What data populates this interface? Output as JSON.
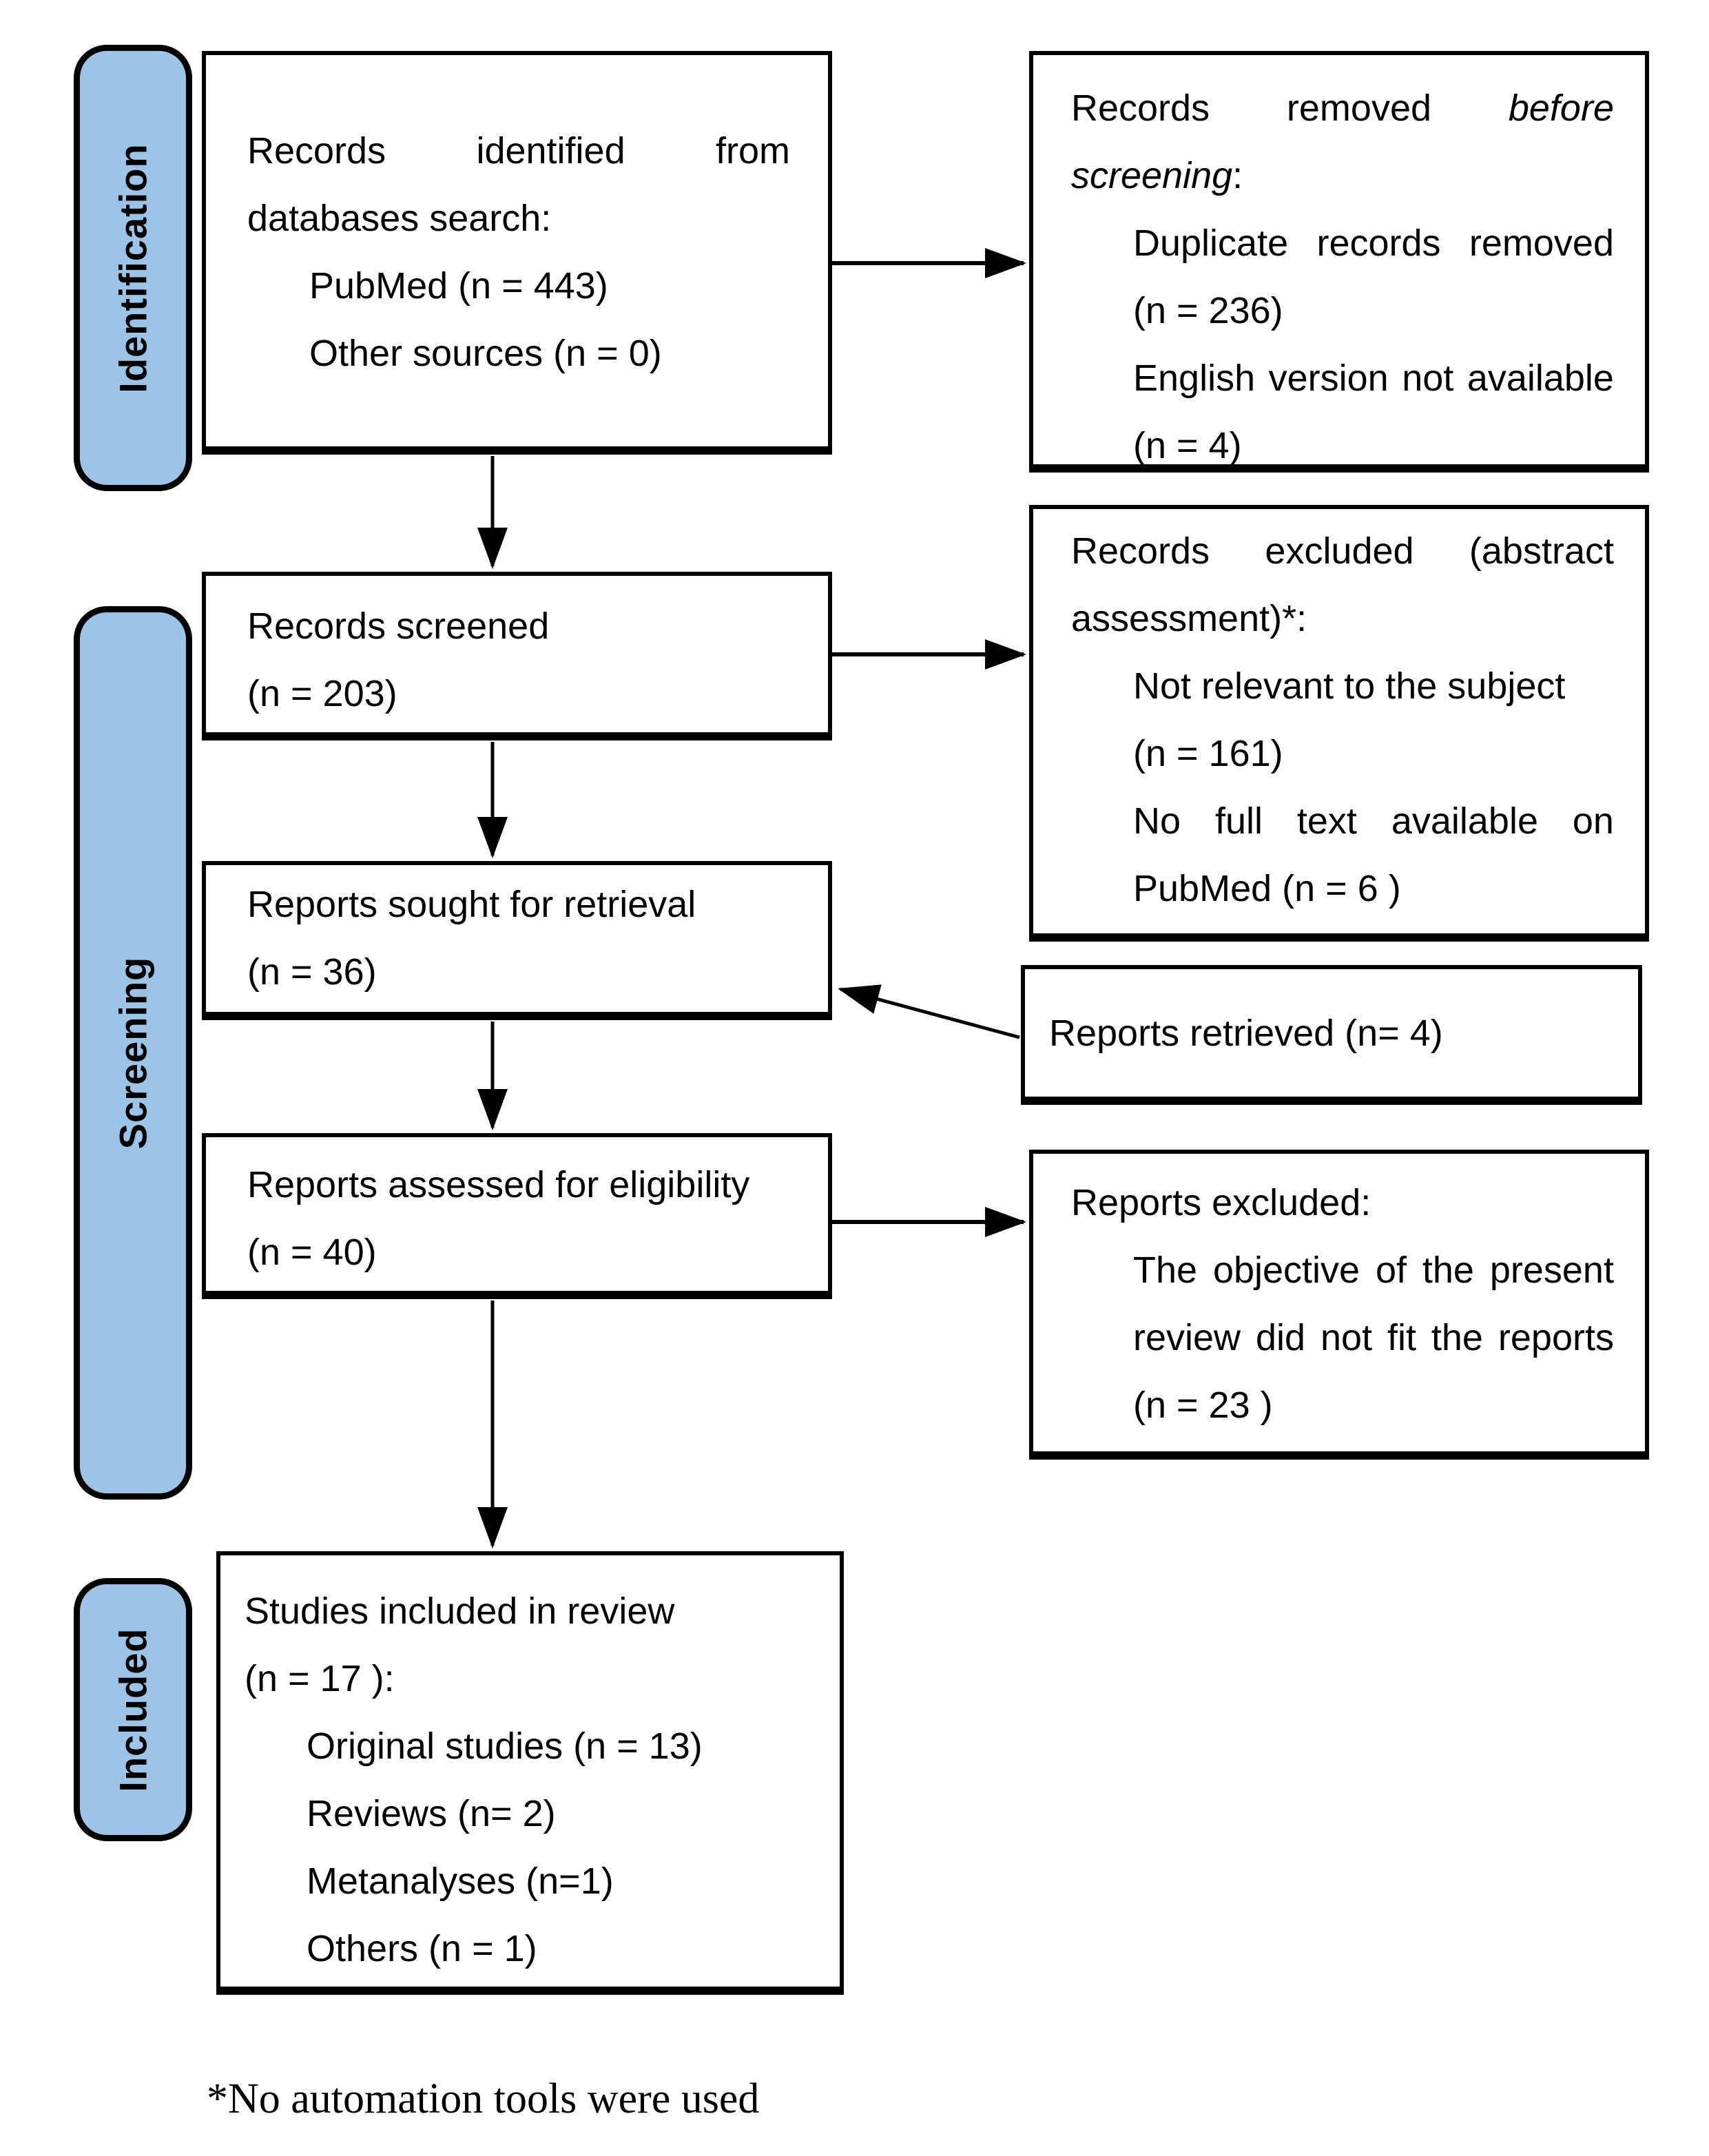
{
  "figure": {
    "kind": "prisma-flow-diagram"
  },
  "colors": {
    "stage_fill": "#9DC3E6",
    "stroke": "#000000",
    "box_fill": "#FFFFFF"
  },
  "stages": [
    {
      "label": "Identification"
    },
    {
      "label": "Screening"
    },
    {
      "label": "Included"
    }
  ],
  "boxes": {
    "identified": {
      "lines": [
        {
          "segments": [
            {
              "t": "Records identified from"
            }
          ],
          "justify": true
        },
        {
          "segments": [
            {
              "t": "databases search:"
            }
          ]
        },
        {
          "segments": [
            {
              "t": "PubMed (n = 443)"
            }
          ],
          "indent": true
        },
        {
          "segments": [
            {
              "t": "Other sources (n = 0)"
            }
          ],
          "indent": true
        }
      ]
    },
    "removed": {
      "lines": [
        {
          "segments": [
            {
              "t": "Records removed"
            },
            {
              "t": "before",
              "i": true
            }
          ],
          "justify": true
        },
        {
          "segments": [
            {
              "t": "screening",
              "i": true
            },
            {
              "t": ":"
            }
          ]
        },
        {
          "segments": [
            {
              "t": "Duplicate records removed"
            }
          ],
          "indent": true,
          "justify": true
        },
        {
          "segments": [
            {
              "t": "(n = 236)"
            }
          ],
          "indent": true
        },
        {
          "segments": [
            {
              "t": "English version not available"
            }
          ],
          "indent": true,
          "justify": true
        },
        {
          "segments": [
            {
              "t": "(n = 4)"
            }
          ],
          "indent": true
        }
      ]
    },
    "screened": {
      "lines": [
        {
          "segments": [
            {
              "t": "Records screened"
            }
          ]
        },
        {
          "segments": [
            {
              "t": "(n = 203)"
            }
          ]
        }
      ]
    },
    "excluded_abstract": {
      "lines": [
        {
          "segments": [
            {
              "t": "Records excluded (abstract"
            }
          ],
          "justify": true
        },
        {
          "segments": [
            {
              "t": "assessment)*:"
            }
          ]
        },
        {
          "segments": [
            {
              "t": "Not relevant to the subject"
            }
          ],
          "indent": true
        },
        {
          "segments": [
            {
              "t": "(n = 161)"
            }
          ],
          "indent": true
        },
        {
          "segments": [
            {
              "t": "No full text available on"
            }
          ],
          "indent": true,
          "justify": true
        },
        {
          "segments": [
            {
              "t": "PubMed (n = 6 )"
            }
          ],
          "indent": true
        }
      ]
    },
    "sought": {
      "lines": [
        {
          "segments": [
            {
              "t": "Reports sought for retrieval"
            }
          ]
        },
        {
          "segments": [
            {
              "t": "(n = 36)"
            }
          ]
        }
      ]
    },
    "retrieved": {
      "lines": [
        {
          "segments": [
            {
              "t": "Reports retrieved (n= 4)"
            }
          ]
        }
      ]
    },
    "assessed": {
      "lines": [
        {
          "segments": [
            {
              "t": "Reports assessed for eligibility"
            }
          ]
        },
        {
          "segments": [
            {
              "t": "(n = 40)"
            }
          ]
        }
      ]
    },
    "reports_excluded": {
      "lines": [
        {
          "segments": [
            {
              "t": "Reports excluded:"
            }
          ]
        },
        {
          "segments": [
            {
              "t": "The objective of the present"
            }
          ],
          "indent": true,
          "justify": true
        },
        {
          "segments": [
            {
              "t": "review did not fit the reports"
            }
          ],
          "indent": true,
          "justify": true
        },
        {
          "segments": [
            {
              "t": "(n = 23 )"
            }
          ],
          "indent": true
        }
      ]
    },
    "included_studies": {
      "lines": [
        {
          "segments": [
            {
              "t": "Studies included in review"
            }
          ]
        },
        {
          "segments": [
            {
              "t": "(n = 17 ):"
            }
          ]
        },
        {
          "segments": [
            {
              "t": "Original studies (n = 13)"
            }
          ],
          "indent": true
        },
        {
          "segments": [
            {
              "t": "Reviews (n= 2)"
            }
          ],
          "indent": true
        },
        {
          "segments": [
            {
              "t": "Metanalyses (n=1)"
            }
          ],
          "indent": true
        },
        {
          "segments": [
            {
              "t": "Others (n = 1)"
            }
          ],
          "indent": true
        }
      ]
    }
  },
  "footnote": "*No automation tools were used"
}
